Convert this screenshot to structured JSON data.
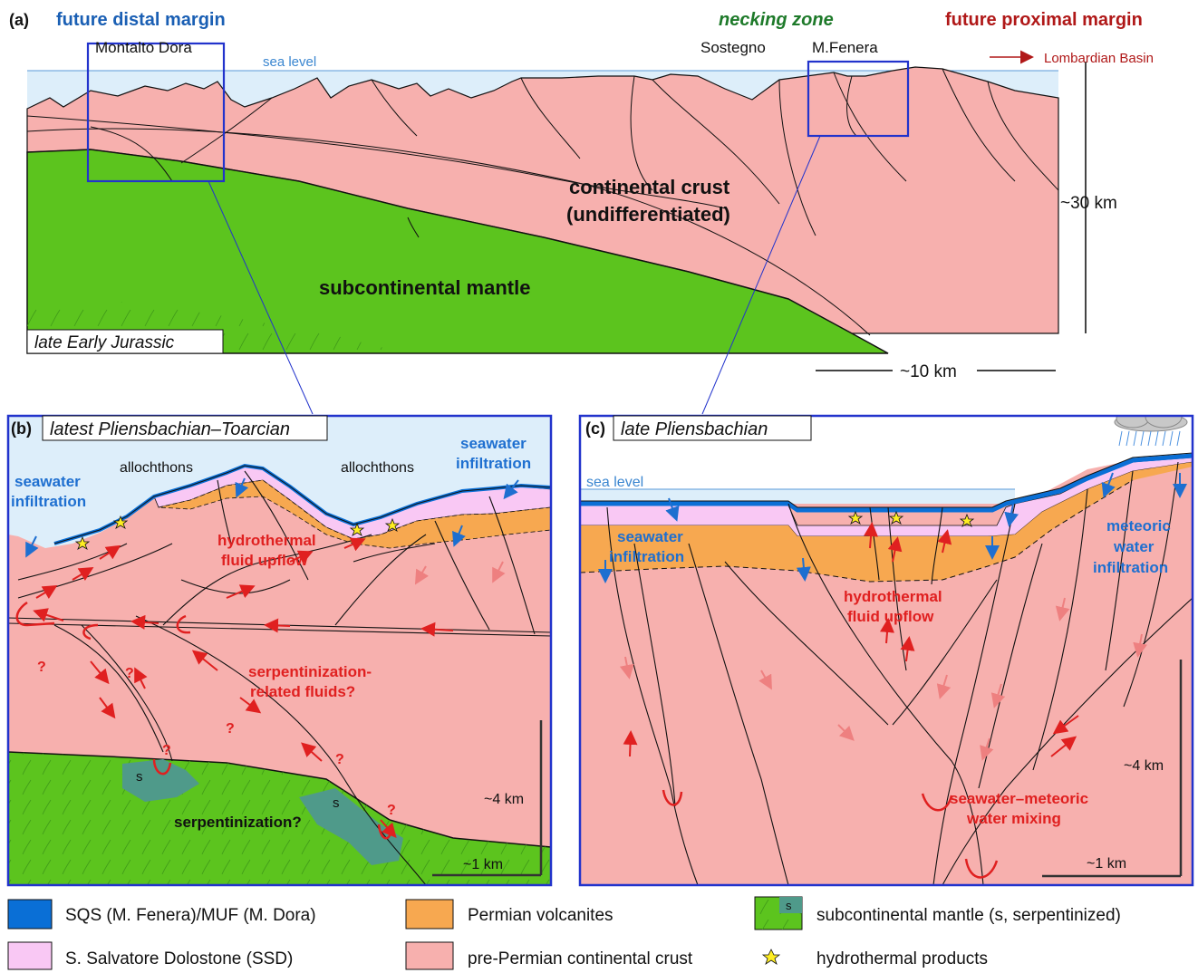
{
  "panel_a": {
    "label": "(a)",
    "header_left": "future distal margin",
    "header_middle": "necking zone",
    "header_right": "future proximal margin",
    "place_1": "Montalto Dora",
    "place_2": "Sostegno",
    "place_3": "M.Fenera",
    "lombardian": "Lombardian Basin",
    "sea_level": "sea level",
    "crust_line1": "continental crust",
    "crust_line2": "(undifferentiated)",
    "mantle": "subcontinental mantle",
    "age": "late Early Jurassic",
    "depth_scale": "~30 km",
    "width_scale": "~10 km"
  },
  "panel_b": {
    "label": "(b)",
    "age": "latest Pliensbachian–Toarcian",
    "seawater_left_1": "seawater",
    "seawater_left_2": "infiltration",
    "seawater_right_1": "seawater",
    "seawater_right_2": "infiltration",
    "allochthons_1": "allochthons",
    "allochthons_2": "allochthons",
    "hydro_1": "hydrothermal",
    "hydro_2": "fluid upflow",
    "serp_fluids_1": "serpentinization-",
    "serp_fluids_2": "related fluids?",
    "serpentinization": "serpentinization?",
    "question": "?",
    "s_label": "s",
    "depth_scale": "~4 km",
    "width_scale": "~1 km"
  },
  "panel_c": {
    "label": "(c)",
    "age": "late Pliensbachian",
    "sea_level": "sea level",
    "seawater_1": "seawater",
    "seawater_2": "infiltration",
    "hydro_1": "hydrothermal",
    "hydro_2": "fluid upflow",
    "meteoric_1": "meteoric",
    "meteoric_2": "water",
    "meteoric_3": "infiltration",
    "mixing_1": "seawater–meteoric",
    "mixing_2": "water mixing",
    "depth_scale": "~4 km",
    "width_scale": "~1 km"
  },
  "legend": {
    "sqs": "SQS (M. Fenera)/MUF (M. Dora)",
    "ssd": "S. Salvatore Dolostone (SSD)",
    "volcanites": "Permian volcanites",
    "crust": "pre-Permian continental crust",
    "mantle": "subcontinental mantle (s, serpentinized)",
    "hydro_products": "hydrothermal products",
    "s_letter": "s"
  },
  "colors": {
    "crust": "#f7b0ae",
    "mantle": "#5cc41e",
    "sea": "#ddeefa",
    "sqs": "#0a6fd6",
    "ssd": "#f9c8f4",
    "volcanites": "#f7a850",
    "serpentinized": "#4f9a8a",
    "frame": "#2233cc",
    "blue_text": "#1e6fd0",
    "red_text": "#e02020",
    "dark_red": "#b01818",
    "green_text": "#1e7a2a",
    "title_blue": "#1a5fb4",
    "star": "#ffee22"
  }
}
